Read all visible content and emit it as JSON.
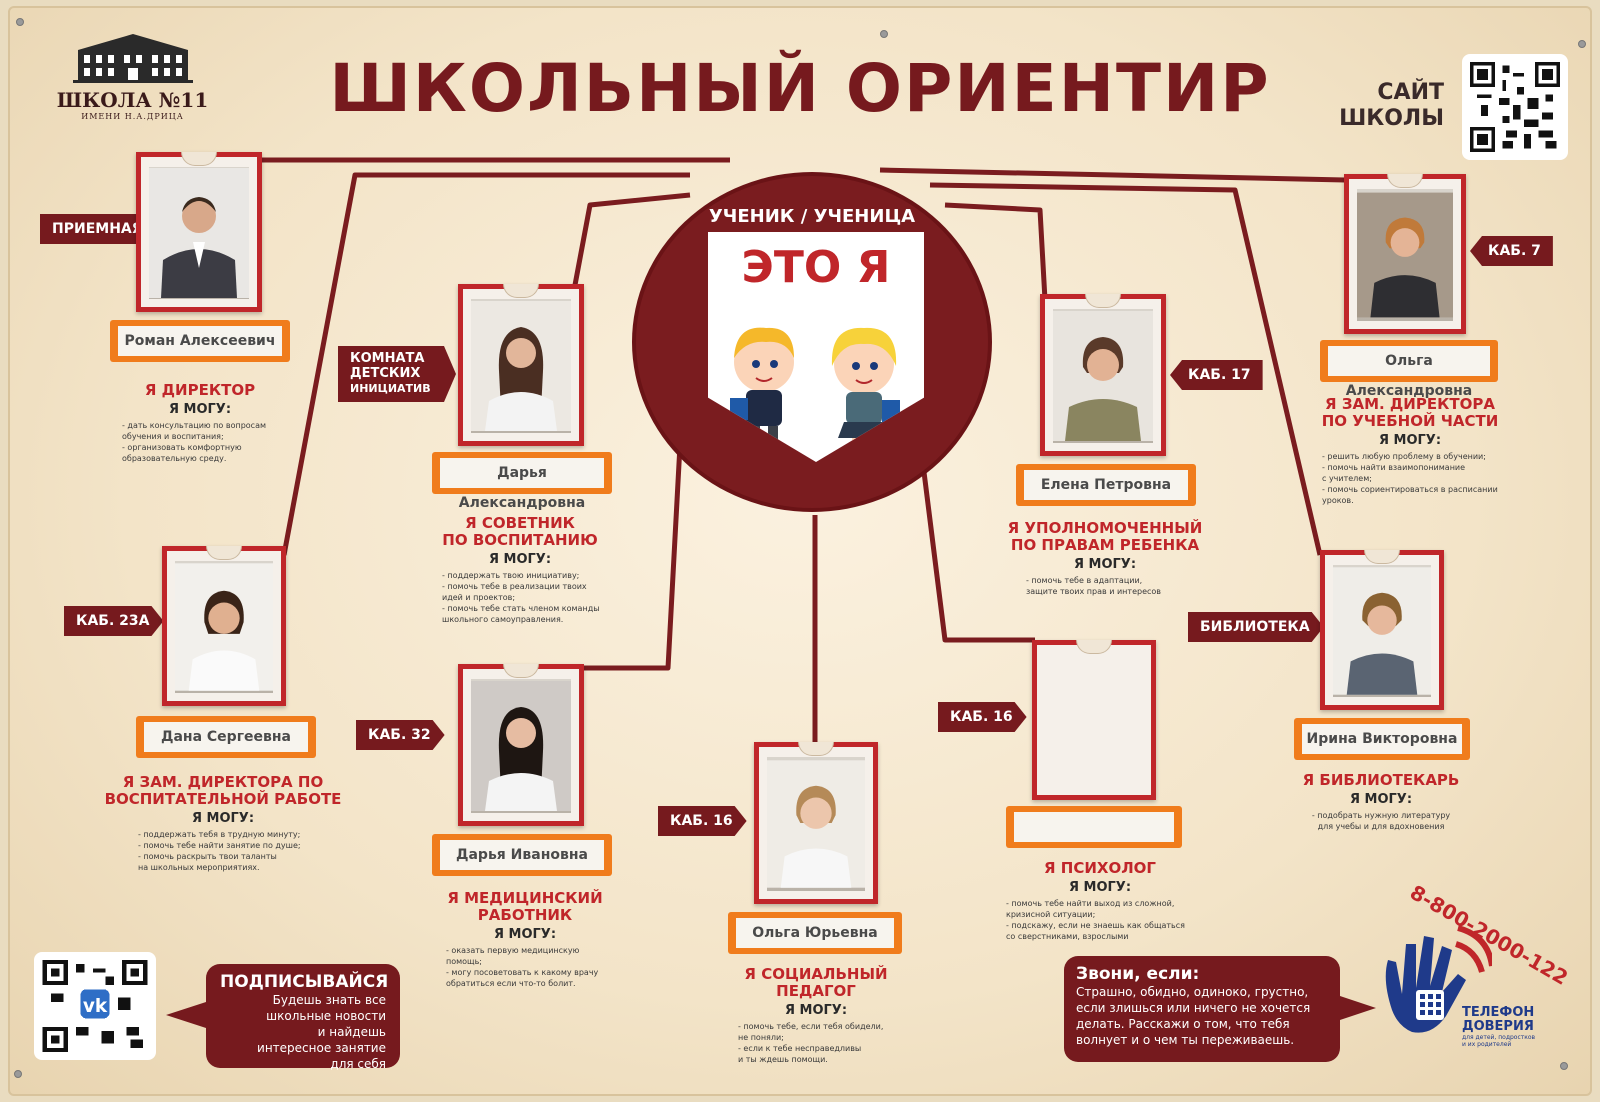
{
  "header": {
    "title": "ШКОЛЬНЫЙ ОРИЕНТИР",
    "school_name": "ШКОЛА №11",
    "school_sub": "ИМЕНИ Н.А.ДРИЦА",
    "site_label_line1": "САЙТ",
    "site_label_line2": "ШКОЛЫ"
  },
  "center": {
    "top_text": "УЧЕНИК / УЧЕНИЦА",
    "shield_text": "ЭТО Я"
  },
  "staff": {
    "director": {
      "tag": "ПРИЕМНАЯ",
      "name": "Роман Алексеевич",
      "role": "Я ДИРЕКТОР",
      "can": "Я МОГУ:",
      "duties": [
        "- дать консультацию по вопросам",
        "обучения и воспитания;",
        "- организовать комфортную",
        "образовательную среду."
      ]
    },
    "advisor": {
      "tag_line1": "КОМНАТА",
      "tag_line2": "ДЕТСКИХ",
      "tag_line3": "ИНИЦИАТИВ",
      "name": "Дарья Александровна",
      "role_line1": "Я СОВЕТНИК",
      "role_line2": "ПО ВОСПИТАНИЮ",
      "can": "Я МОГУ:",
      "duties": [
        "- поддержать твою инициативу;",
        "- помочь тебе в реализации твоих",
        "идей и проектов;",
        "- помочь тебе стать членом команды",
        "школьного самоуправления."
      ]
    },
    "deputy_edu": {
      "tag": "КАБ. 23А",
      "name": "Дана Сергеевна",
      "role_line1": "Я ЗАМ. ДИРЕКТОРА ПО",
      "role_line2": "ВОСПИТАТЕЛЬНОЙ РАБОТЕ",
      "can": "Я МОГУ:",
      "duties": [
        "- поддержать тебя в трудную минуту;",
        "- помочь тебе найти занятие по душе;",
        "- помочь раскрыть твои таланты",
        "на школьных мероприятиях."
      ]
    },
    "medic": {
      "tag": "КАБ. 32",
      "name": "Дарья Ивановна",
      "role_line1": "Я МЕДИЦИНСКИЙ",
      "role_line2": "РАБОТНИК",
      "can": "Я МОГУ:",
      "duties": [
        "- оказать первую медицинскую",
        "помощь;",
        "- могу посоветовать к какому врачу",
        "обратиться если что-то болит."
      ]
    },
    "social": {
      "tag": "КАБ. 16",
      "name": "Ольга Юрьевна",
      "role_line1": "Я СОЦИАЛЬНЫЙ",
      "role_line2": "ПЕДАГОГ",
      "can": "Я МОГУ:",
      "duties": [
        "- помочь тебе, если тебя обидели,",
        "не поняли;",
        "- если к тебе несправедливы",
        "и ты ждешь помощи."
      ]
    },
    "ombudsman": {
      "tag": "КАБ. 17",
      "name": "Елена Петровна",
      "role_line1": "Я УПОЛНОМОЧЕННЫЙ",
      "role_line2": "ПО ПРАВАМ РЕБЕНКА",
      "can": "Я МОГУ:",
      "duties": [
        "- помочь тебе в адаптации,",
        "защите твоих прав и интересов"
      ]
    },
    "psychologist": {
      "tag": "КАБ. 16",
      "name": "",
      "role": "Я ПСИХОЛОГ",
      "can": "Я МОГУ:",
      "duties": [
        "- помочь тебе найти выход из сложной,",
        "кризисной ситуации;",
        "- подскажу, если не знаешь как общаться",
        "со сверстниками, взрослыми"
      ]
    },
    "deputy_study": {
      "tag": "КАБ. 7",
      "name": "Ольга Александровна",
      "role_line1": "Я ЗАМ. ДИРЕКТОРА",
      "role_line2": "ПО УЧЕБНОЙ ЧАСТИ",
      "can": "Я МОГУ:",
      "duties": [
        "- решить любую проблему в обучении;",
        "- помочь найти взаимопонимание",
        "с учителем;",
        "- помочь сориентироваться в расписании",
        "уроков."
      ]
    },
    "librarian": {
      "tag": "БИБЛИОТЕКА",
      "name": "Ирина Викторовна",
      "role": "Я БИБЛИОТЕКАРЬ",
      "can": "Я МОГУ:",
      "duties": [
        "- подобрать нужную литературу",
        "для учебы и для вдохновения"
      ]
    }
  },
  "subscribe": {
    "title": "ПОДПИСЫВАЙСЯ",
    "lines": [
      "Будешь знать все",
      "школьные новости",
      "и найдешь",
      "интересное занятие",
      "для себя"
    ]
  },
  "call": {
    "title": "Звони, если:",
    "lines": [
      "Страшно, обидно, одиноко, грустно,",
      "если злишься или ничего не хочется",
      "делать. Расскажи о том, что тебя",
      "волнует и о чем ты переживаешь."
    ]
  },
  "hotline": {
    "number": "8-800-2000-122",
    "name_line1": "ТЕЛЕФОН",
    "name_line2": "ДОВЕРИЯ",
    "sub_line1": "для детей, подростков",
    "sub_line2": "и их родителей"
  },
  "colors": {
    "accent": "#c0262a",
    "dark_red": "#761a1e",
    "orange": "#f07c1c",
    "background": "#f5e8d0"
  },
  "icons": [
    "school-building-icon",
    "qr-code-icon",
    "vk-icon",
    "hand-phone-icon"
  ]
}
